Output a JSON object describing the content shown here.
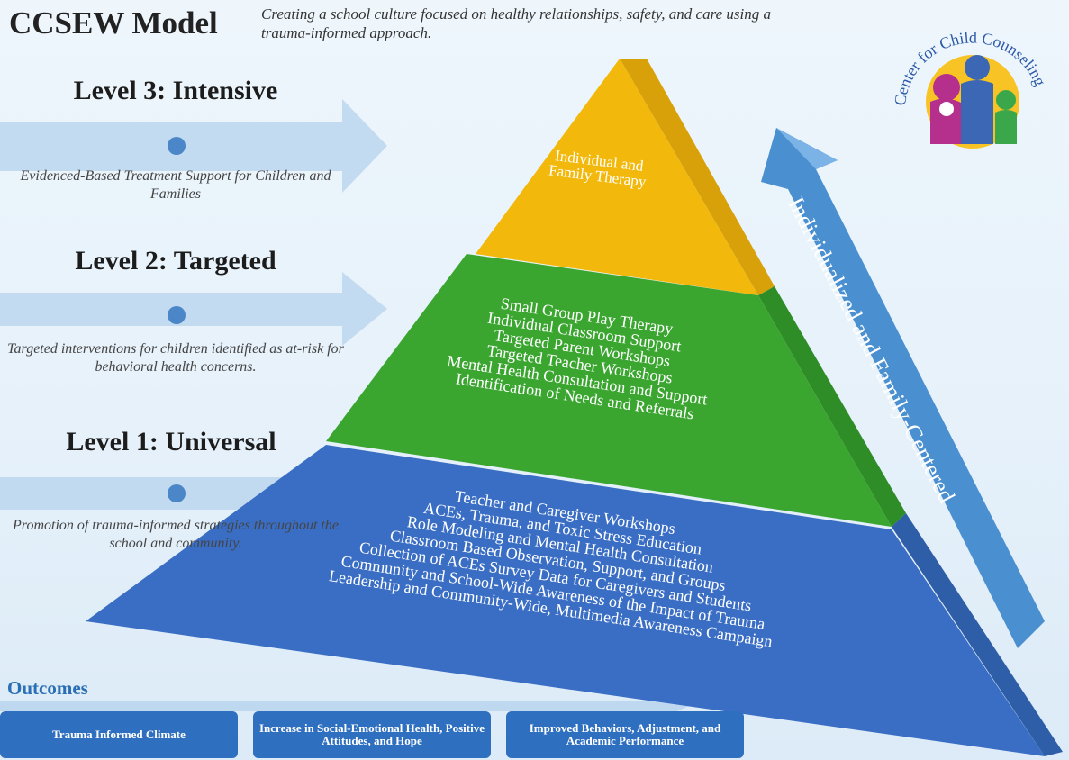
{
  "title": "CCSEW Model",
  "subtitle": "Creating a school culture focused on healthy relationships, safety, and care using a trauma-informed approach.",
  "levels": [
    {
      "heading": "Level 3: Intensive",
      "description": "Evidenced-Based Treatment  Support for Children and Families"
    },
    {
      "heading": "Level 2: Targeted",
      "description": "Targeted interventions for children identified as at-risk for behavioral health concerns."
    },
    {
      "heading": "Level 1: Universal",
      "description": "Promotion of trauma-informed strategies throughout the school and community."
    }
  ],
  "pyramid": {
    "top": [
      "Individual and",
      "Family Therapy"
    ],
    "middle": [
      "Small Group Play Therapy",
      "Individual Classroom Support",
      "Targeted Parent Workshops",
      "Targeted Teacher Workshops",
      "Mental Health Consultation and Support",
      "Identification of Needs and Referrals"
    ],
    "bottom": [
      "Teacher and Caregiver Workshops",
      "ACEs, Trauma, and Toxic Stress Education",
      "Role Modeling and Mental Health Consultation",
      "Classroom Based Observation, Support, and Groups",
      "Collection of ACEs Survey Data for Caregivers and Students",
      "Community and School-Wide Awareness of the Impact of Trauma",
      "Leadership and Community-Wide, Multimedia Awareness Campaign"
    ]
  },
  "side_arrow_label": "Individualized  and Family-Centered",
  "outcomes": {
    "title": "Outcomes",
    "items": [
      "Trauma Informed Climate",
      "Increase in Social-Emotional Health, Positive Attitudes, and Hope",
      "Improved Behaviors, Adjustment, and Academic Performance"
    ]
  },
  "logo": {
    "text": "Center for Child Counseling"
  },
  "colors": {
    "top": "#f2b90c",
    "middle": "#3aa630",
    "bottom": "#3a6ec4",
    "arrow": "#9cc3e6",
    "outcome": "#2f6fc0"
  }
}
